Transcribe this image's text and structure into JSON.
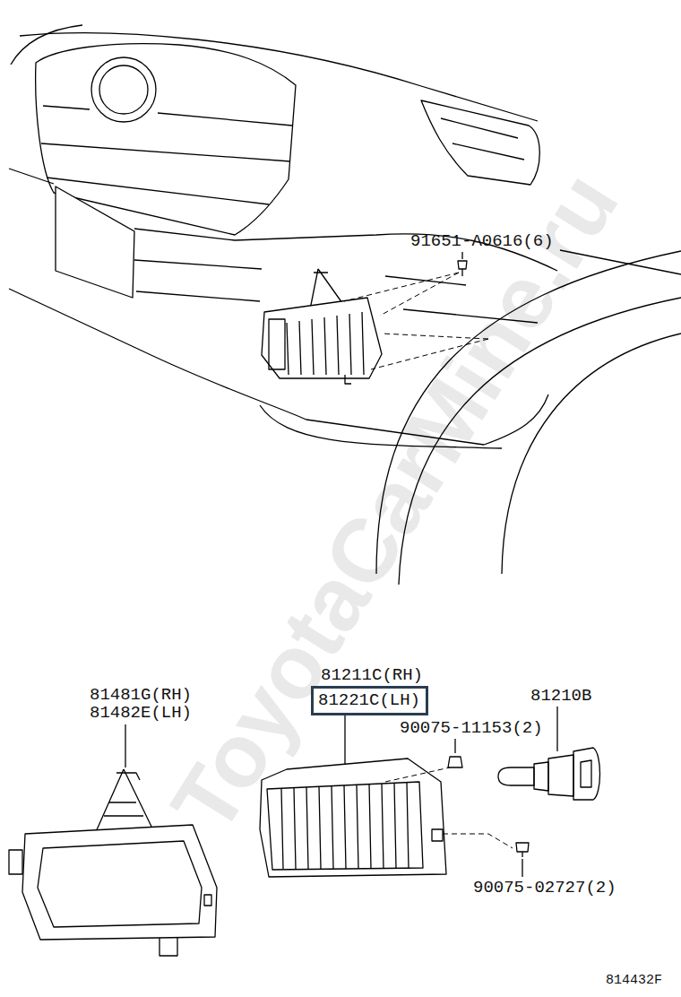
{
  "diagram": {
    "nodes": [
      {
        "text": [
          "81221C(LH)"
        ]
      }
    ],
    "labels": [
      "91651-A0616(6)",
      "81481G(RH)",
      "81482E(LH)",
      "81211C(RH)",
      "90075-11153(2)",
      "81210B",
      "90075-02727(2)",
      "814432F",
      "ToyotaCarMine.ru"
    ]
  }
}
